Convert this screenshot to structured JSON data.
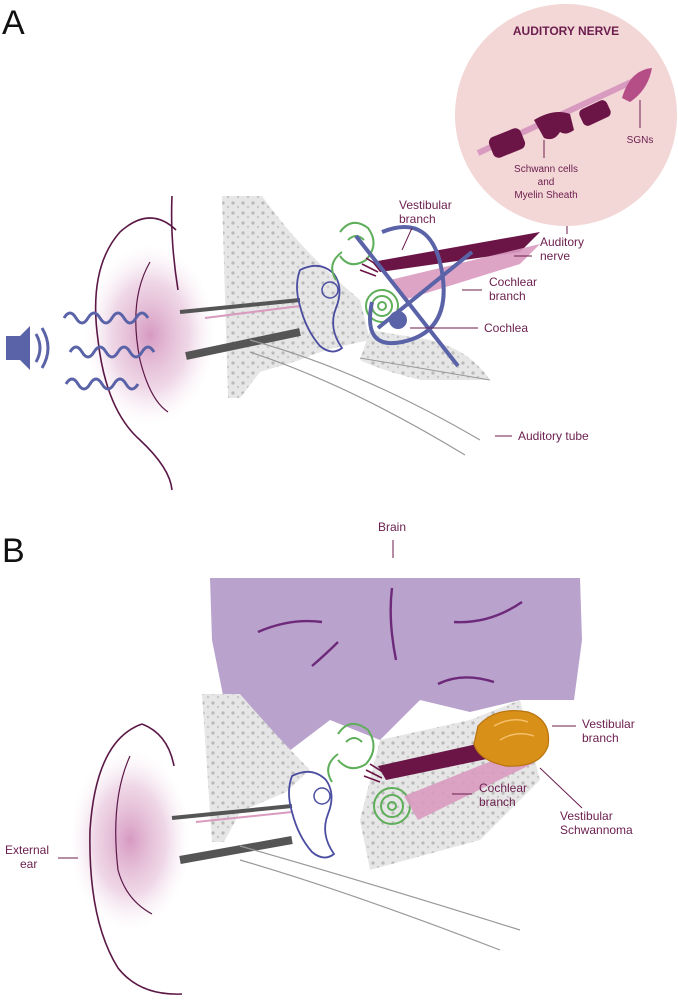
{
  "panels": {
    "a": "A",
    "b": "B"
  },
  "panel_a": {
    "inset": {
      "title": "AUDITORY NERVE",
      "sgns": "SGNs",
      "schwann_line1": "Schwann cells",
      "schwann_line2": "and",
      "schwann_line3": "Myelin Sheath"
    },
    "vestibular_line1": "Vestibular",
    "vestibular_line2": "branch",
    "auditory_nerve_line1": "Auditory",
    "auditory_nerve_line2": "nerve",
    "cochlear_line1": "Cochlear",
    "cochlear_line2": "branch",
    "cochlea": "Cochlea",
    "auditory_tube": "Auditory tube"
  },
  "panel_b": {
    "brain": "Brain",
    "vestibular_line1": "Vestibular",
    "vestibular_line2": "branch",
    "cochlear_line1": "Cochlear",
    "cochlear_line2": "branch",
    "schwannoma_line1": "Vestibular",
    "schwannoma_line2": "Schwannoma",
    "external_ear_line1": "External",
    "external_ear_line2": "ear"
  },
  "colors": {
    "label": "#6b1e4e",
    "ear_outline": "#5b1846",
    "blush": "#d9a0c8",
    "blue": "#5b63a8",
    "green": "#5fae5a",
    "nerve_dark": "#6b1547",
    "nerve_pink": "#d99ac0",
    "bone_fill": "#e4e4e4",
    "inset_bg": "#f3d6d6",
    "brain": "#b9a2cc",
    "brain_line": "#6e2a7a",
    "tumor": "#d99018"
  }
}
